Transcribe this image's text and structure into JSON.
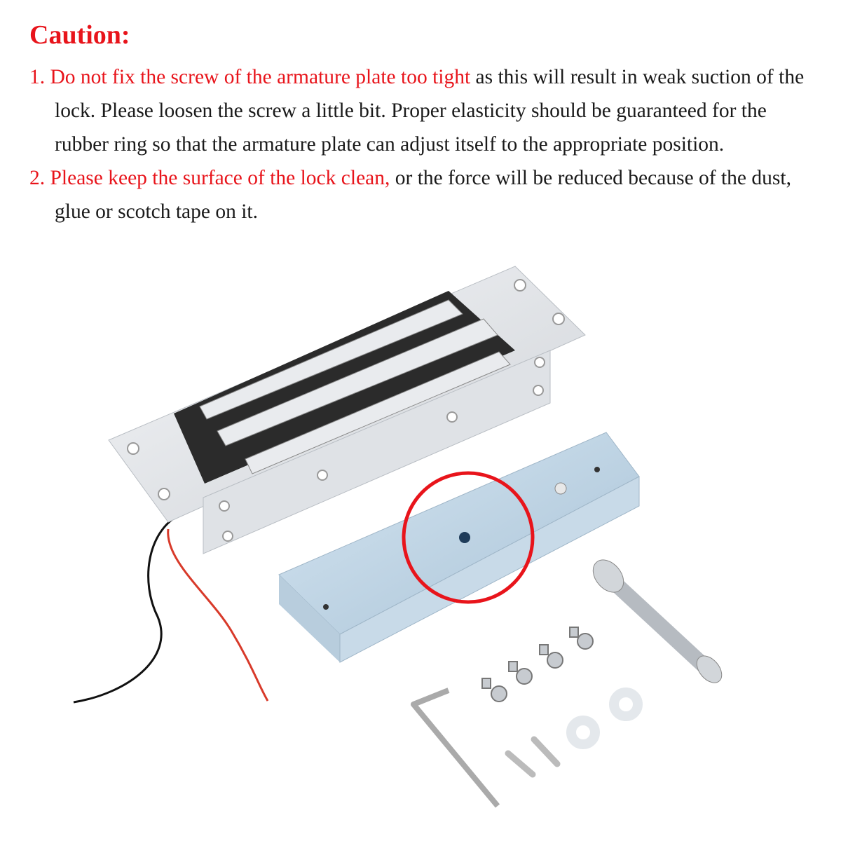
{
  "title": "Caution:",
  "items": [
    {
      "highlight": "1. Do not fix the screw of the armature plate too tight",
      "rest": " as this will result in weak suction of the lock. Please loosen the screw a little bit. Proper elasticity should be guaranteed for the rubber ring so that the armature plate can adjust itself to the appropriate position."
    },
    {
      "highlight": "2. Please keep the surface of the lock clean,",
      "rest": " or the force will be reduced because of the dust, glue or scotch tape on it."
    }
  ],
  "colors": {
    "accent": "#e8141b",
    "text": "#1a1a1a"
  }
}
